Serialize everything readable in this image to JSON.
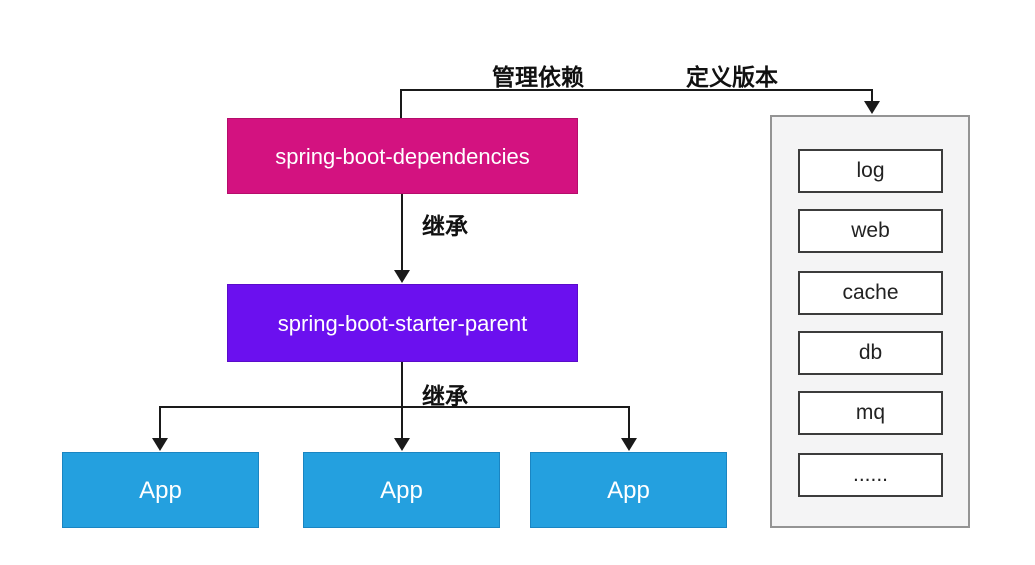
{
  "header": {
    "manage_dependencies_label": "管理依赖",
    "define_versions_label": "定义版本"
  },
  "nodes": {
    "dependencies": {
      "label": "spring-boot-dependencies",
      "color": "#d31280"
    },
    "starter_parent": {
      "label": "spring-boot-starter-parent",
      "color": "#6b10ef"
    },
    "apps": [
      {
        "label": "App"
      },
      {
        "label": "App"
      },
      {
        "label": "App"
      }
    ],
    "app_color": "#24a0df"
  },
  "edges": {
    "inherit_top_label": "继承",
    "inherit_bottom_label": "继承"
  },
  "starters_panel": {
    "items": [
      {
        "label": "log"
      },
      {
        "label": "web"
      },
      {
        "label": "cache"
      },
      {
        "label": "db"
      },
      {
        "label": "mq"
      },
      {
        "label": "......"
      }
    ],
    "background": "#f4f4f5",
    "border_color": "#949494",
    "item_border_color": "#3c3c3c"
  },
  "colors": {
    "line": "#1a1a1a",
    "label_text": "#111111",
    "node_text": "#ffffff"
  }
}
